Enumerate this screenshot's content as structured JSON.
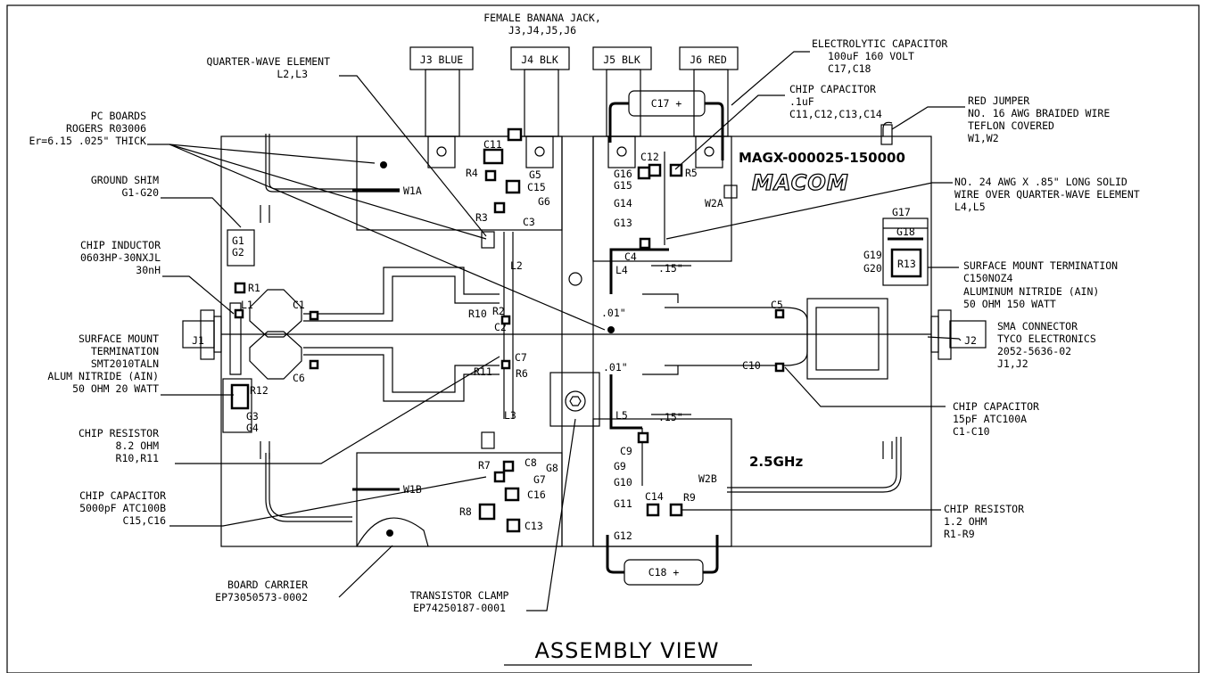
{
  "page_title": "ASSEMBLY VIEW",
  "board": {
    "part_number": "MAGX-000025-150000",
    "logo": "MACOM",
    "frequency": "2.5GHz"
  },
  "callouts": [
    {
      "id": "banana",
      "lines": [
        "FEMALE BANANA JACK,",
        "J3,J4,J5,J6"
      ]
    },
    {
      "id": "quarter",
      "lines": [
        "QUARTER-WAVE ELEMENT",
        "L2,L3"
      ]
    },
    {
      "id": "electrolytic",
      "lines": [
        "ELECTROLYTIC CAPACITOR",
        "100uF 160 VOLT",
        "C17,C18"
      ]
    },
    {
      "id": "chipcap1",
      "lines": [
        "CHIP CAPACITOR",
        ".1uF",
        "C11,C12,C13,C14"
      ]
    },
    {
      "id": "redjumper",
      "lines": [
        "RED JUMPER",
        "NO. 16 AWG BRAIDED WIRE",
        "TEFLON COVERED",
        "W1,W2"
      ]
    },
    {
      "id": "pcb",
      "lines": [
        "PC BOARDS",
        "ROGERS R03006",
        "Er=6.15 .025\" THICK"
      ]
    },
    {
      "id": "shim",
      "lines": [
        "GROUND SHIM",
        "G1-G20"
      ]
    },
    {
      "id": "wire24",
      "lines": [
        "NO. 24 AWG X .85\" LONG SOLID",
        "WIRE OVER QUARTER-WAVE ELEMENT",
        "L4,L5"
      ]
    },
    {
      "id": "inductor",
      "lines": [
        "CHIP INDUCTOR",
        "0603HP-30NXJL",
        "30nH"
      ]
    },
    {
      "id": "smt150",
      "lines": [
        "SURFACE MOUNT TERMINATION",
        "C150NOZ4",
        "ALUMINUM NITRIDE (AIN)",
        "50 OHM 150 WATT"
      ]
    },
    {
      "id": "smt20",
      "lines": [
        "SURFACE MOUNT",
        "TERMINATION",
        "SMT2010TALN",
        "ALUM NITRIDE (AIN)",
        "50 OHM 20 WATT"
      ]
    },
    {
      "id": "sma",
      "lines": [
        "SMA CONNECTOR",
        "TYCO ELECTRONICS",
        "2052-5636-02",
        "J1,J2"
      ]
    },
    {
      "id": "chipres82",
      "lines": [
        "CHIP RESISTOR",
        "8.2 OHM",
        "R10,R11"
      ]
    },
    {
      "id": "chipcap15p",
      "lines": [
        "CHIP CAPACITOR",
        "15pF ATC100A",
        "C1-C10"
      ]
    },
    {
      "id": "chipcap5000",
      "lines": [
        "CHIP CAPACITOR",
        "5000pF ATC100B",
        "C15,C16"
      ]
    },
    {
      "id": "chipres12",
      "lines": [
        "CHIP RESISTOR",
        "1.2 OHM",
        "R1-R9"
      ]
    },
    {
      "id": "carrier",
      "lines": [
        "BOARD CARRIER",
        "EP73050573-0002"
      ]
    },
    {
      "id": "clamp",
      "lines": [
        "TRANSISTOR CLAMP",
        "EP74250187-0001"
      ]
    }
  ],
  "jacks": [
    "J3 BLUE",
    "J4 BLK",
    "J5 BLK",
    "J6 RED"
  ],
  "sma": [
    "J1",
    "J2"
  ],
  "caps_electrolytic": [
    "C17 +",
    "C18 +"
  ],
  "refdes": {
    "W1A": "W1A",
    "W1B": "W1B",
    "W2A": "W2A",
    "W2B": "W2B",
    "R1": "R1",
    "R2": "R2",
    "R3": "R3",
    "R4": "R4",
    "R5": "R5",
    "R6": "R6",
    "R7": "R7",
    "R8": "R8",
    "R9": "R9",
    "R10": "R10",
    "R11": "R11",
    "R12": "R12",
    "R13": "R13",
    "C1": "C1",
    "C2": "C2",
    "C3": "C3",
    "C4": "C4",
    "C5": "C5",
    "C6": "C6",
    "C7": "C7",
    "C8": "C8",
    "C9": "C9",
    "C10": "C10",
    "C11": "C11",
    "C12": "C12",
    "C13": "C13",
    "C14": "C14",
    "C15": "C15",
    "C16": "C16",
    "L1": "L1",
    "L2": "L2",
    "L3": "L3",
    "L4": "L4",
    "L5": "L5",
    "G1": "G1",
    "G2": "G2",
    "G3": "G3",
    "G4": "G4",
    "G5": "G5",
    "G6": "G6",
    "G7": "G7",
    "G8": "G8",
    "G9": "G9",
    "G10": "G10",
    "G11": "G11",
    "G12": "G12",
    "G13": "G13",
    "G14": "G14",
    "G15": "G15",
    "G16": "G16",
    "G17": "G17",
    "G18": "G18",
    "G19": "G19",
    "G20": "G20"
  },
  "dims": {
    "d15a": ".15\"",
    "d15b": ".15\"",
    "d01a": ".01\"",
    "d01b": ".01\""
  }
}
